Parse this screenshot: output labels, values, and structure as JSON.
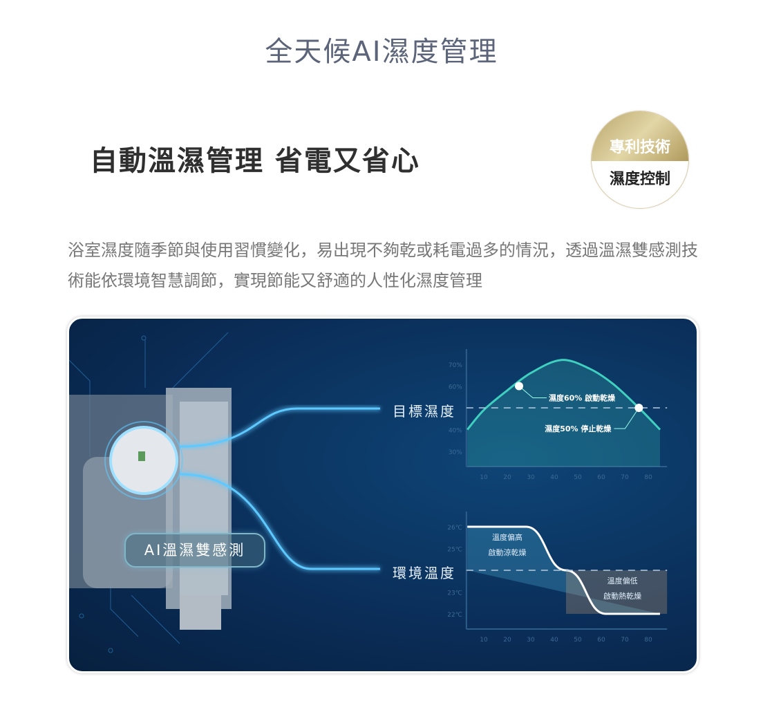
{
  "page": {
    "title": "全天候AI濕度管理",
    "heading": "自動溫濕管理 省電又省心",
    "description": "浴室濕度隨季節與使用習慣變化，易出現不夠乾或耗電過多的情況，透過溫濕雙感測技術能依環境智慧調節，實現節能又舒適的人性化濕度管理"
  },
  "badge": {
    "top": "專利技術",
    "bottom": "濕度控制"
  },
  "card": {
    "sensor_label": "AI溫濕雙感測",
    "target_humidity_label": "目標濕度",
    "ambient_temp_label": "環境溫度"
  },
  "chart_data": [
    {
      "type": "area",
      "y_unit": "%",
      "yticks": [
        "70%",
        "60%",
        "40%",
        "30%"
      ],
      "xticks": [
        "10",
        "20",
        "30",
        "40",
        "50",
        "60",
        "70",
        "80"
      ],
      "x": [
        3,
        10,
        20,
        30,
        43,
        55,
        65,
        76,
        85
      ],
      "values": [
        40,
        49,
        58,
        66,
        72,
        68,
        61,
        50,
        40
      ],
      "threshold": 50,
      "annotations": [
        {
          "x": 25,
          "y": 60,
          "text": "濕度60%  啟動乾燥"
        },
        {
          "x": 76,
          "y": 50,
          "text": "濕度50%  停止乾燥"
        }
      ],
      "color": "#3fd0c0"
    },
    {
      "type": "line",
      "yticks": [
        "26℃",
        "25℃",
        "23℃",
        "22℃"
      ],
      "xticks": [
        "10",
        "20",
        "30",
        "40",
        "50",
        "60",
        "70",
        "80"
      ],
      "x": [
        3,
        28,
        45,
        62,
        85
      ],
      "values": [
        26,
        26,
        24,
        22,
        22
      ],
      "threshold": 24,
      "annotations": [
        {
          "text_line1": "溫度偏高",
          "text_line2": "啟動涼乾燥"
        },
        {
          "text_line1": "溫度偏低",
          "text_line2": "啟動熱乾燥"
        }
      ],
      "color": "#ffffff"
    }
  ]
}
